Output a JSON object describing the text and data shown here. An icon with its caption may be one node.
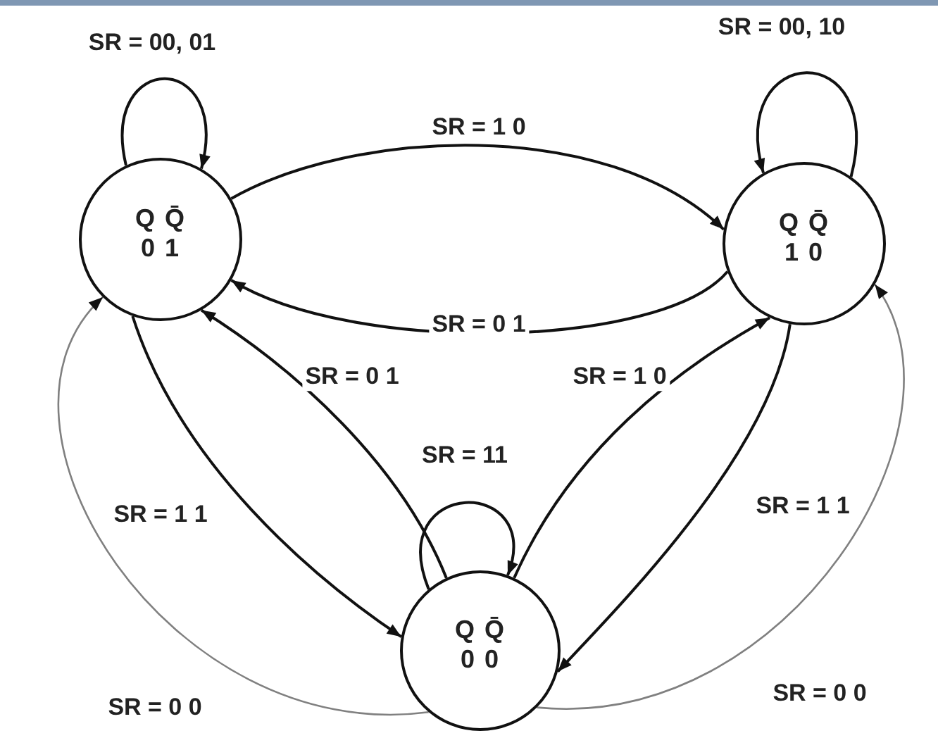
{
  "diagram": {
    "nodes": [
      {
        "text": [
          "Q Q̄",
          "0 1"
        ]
      },
      {
        "text": [
          "Q Q̄",
          "1 0"
        ]
      },
      {
        "text": [
          "Q Q̄",
          "0 0"
        ]
      }
    ],
    "edges": [
      {
        "from": 0,
        "to": 0,
        "arrow": "to",
        "label": "SR = 00, 01"
      },
      {
        "from": 0,
        "to": 1,
        "arrow": "to",
        "label": "SR = 1 0"
      },
      {
        "from": 1,
        "to": 1,
        "arrow": "to",
        "label": "SR = 00, 10"
      },
      {
        "from": 1,
        "to": 0,
        "arrow": "to",
        "label": "SR = 0 1"
      },
      {
        "from": 2,
        "to": 0,
        "arrow": "to",
        "label": "SR = 0 1"
      },
      {
        "from": 2,
        "to": 1,
        "arrow": "to",
        "label": "SR = 1 0"
      },
      {
        "from": 2,
        "to": 2,
        "arrow": "to",
        "label": "SR = 11"
      },
      {
        "from": 0,
        "to": 2,
        "arrow": "to",
        "label": "SR = 1 1"
      },
      {
        "from": 1,
        "to": 2,
        "arrow": "to",
        "label": "SR = 1 1"
      },
      {
        "from": 2,
        "to": 0,
        "arrow": "to",
        "label": "SR = 0 0",
        "color": "#808080"
      },
      {
        "from": 2,
        "to": 1,
        "arrow": "to",
        "label": "SR = 0 0",
        "color": "#808080"
      }
    ]
  }
}
